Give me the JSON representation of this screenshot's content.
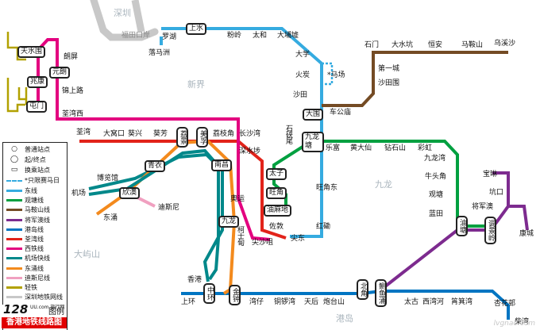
{
  "map": {
    "areas": {
      "shenzhen": "深圳",
      "new_territories": "新界",
      "kowloon": "九龙",
      "lantau": "大屿山",
      "hk_island": "港岛"
    },
    "lines": {
      "east": "#35abe0",
      "west_rail": "#e3007f",
      "ma_on_shan": "#744b24",
      "tsuen_wan": "#e2231a",
      "kwun_tong": "#00a040",
      "island": "#0075c2",
      "tung_chung": "#f38a1d",
      "tseung_kwan_o": "#7d2b8f",
      "airport_express": "#00888a",
      "disneyland": "#f0a0c0",
      "light_rail": "#b2a100",
      "shenzhen": "#c8c8c8"
    },
    "stations": {
      "fukuda": "福田口岸",
      "lo_wu": "罗湖",
      "lok_ma_chau": "落马洲",
      "sheung_shui": "上水",
      "fanling": "粉岭",
      "tai_wo": "太和",
      "tai_po_market": "大埔墟",
      "university": "大学",
      "fo_tan": "火炭",
      "racecourse": "马场",
      "racecourse_note": "*",
      "sha_tin": "沙田",
      "tai_wai": "大围",
      "tin_shui_wai": "天水围",
      "siu_hong": "兆康",
      "tuen_mun": "屯门",
      "long_ping": "朗屏",
      "yuen_long": "元朗",
      "kam_sheung_road": "锦上路",
      "tsuen_wan_west": "荃湾西",
      "wu_kai_sha": "乌溪沙",
      "ma_on_shan": "马鞍山",
      "heng_on": "恒安",
      "tai_shui_hang": "大水坑",
      "shek_mun": "石门",
      "city_one": "第一城",
      "sha_tin_wai": "沙田围",
      "che_kung_temple": "车公庙",
      "tsuen_wan": "荃湾",
      "tai_wo_hau": "大窝口",
      "kwai_hing": "葵兴",
      "kwai_fong": "葵芳",
      "lai_king": "荔景",
      "mei_foo": "美孚",
      "lai_chi_kok": "荔枝角",
      "cheung_sha_wan": "长沙湾",
      "sham_shui_po": "深水埗",
      "shek_kip_mei": "石硖尾",
      "kowloon_tong": "九龙塘",
      "lok_fu": "乐富",
      "wong_tai_sin": "黄大仙",
      "diamond_hill": "钻石山",
      "choi_hung": "彩虹",
      "kowloon_bay": "九龙湾",
      "ngau_tau_kok": "牛头角",
      "kwun_tong": "观塘",
      "lam_tin": "蓝田",
      "yau_tong": "油塘",
      "tiu_keng_leng": "调景岭",
      "po_lam": "宝琳",
      "hang_hau": "坑口",
      "tseung_kwan_o": "将军澳",
      "lohas_park": "康城",
      "tsing_yi": "青衣",
      "sunny_bay": "欣澳",
      "tung_chung": "东涌",
      "airport": "机场",
      "asiaworld_expo": "博览馆",
      "disneyland": "迪斯尼",
      "nam_cheong": "南昌",
      "olympic": "奥运",
      "kowloon": "九龙",
      "austin": "柯士甸",
      "east_tsim_sha_tsui": "尖东",
      "tsim_sha_tsui": "尖沙咀",
      "prince_edward": "太子",
      "mong_kok": "旺角",
      "yau_ma_tei": "油麻地",
      "jordan": "佐敦",
      "mong_kok_east": "旺角东",
      "hung_hom": "红磡",
      "hong_kong": "香港",
      "central": "中环",
      "admiralty": "金钟",
      "sheung_wan": "上环",
      "wan_chai": "湾仔",
      "causeway_bay": "铜锣湾",
      "tin_hau": "天后",
      "fortress_hill": "炮台山",
      "north_point": "北角",
      "quarry_bay": "鲗鱼涌",
      "tai_koo": "太古",
      "sai_wan_ho": "西湾河",
      "shau_kei_wan": "筲箕湾",
      "heng_fa_chuen": "杏花邨",
      "chai_wan": "柴湾"
    }
  },
  "legend": {
    "normal_station": "普通站点",
    "terminus": "起/终点",
    "interchange": "换乘站点",
    "race_day_only": "*只限赛马日",
    "items": [
      {
        "label": "东线",
        "color": "#35abe0"
      },
      {
        "label": "观塘线",
        "color": "#00a040"
      },
      {
        "label": "马鞍山线",
        "color": "#744b24"
      },
      {
        "label": "将军澳线",
        "color": "#7d2b8f"
      },
      {
        "label": "港岛线",
        "color": "#0075c2"
      },
      {
        "label": "荃湾线",
        "color": "#e2231a"
      },
      {
        "label": "西铁线",
        "color": "#e3007f"
      },
      {
        "label": "机场快线",
        "color": "#00888a"
      },
      {
        "label": "东涌线",
        "color": "#f38a1d"
      },
      {
        "label": "迪斯尼线",
        "color": "#f0a0c0"
      },
      {
        "label": "轻铁",
        "color": "#b2a100"
      },
      {
        "label": "深圳地铁网线",
        "color": "#c8c8c8"
      }
    ]
  },
  "brand": {
    "number": "128",
    "site": "UU.com 旅行网",
    "tag": "图例",
    "title": "香港地铁线路图"
  },
  "watermark": "lvgnao.com"
}
